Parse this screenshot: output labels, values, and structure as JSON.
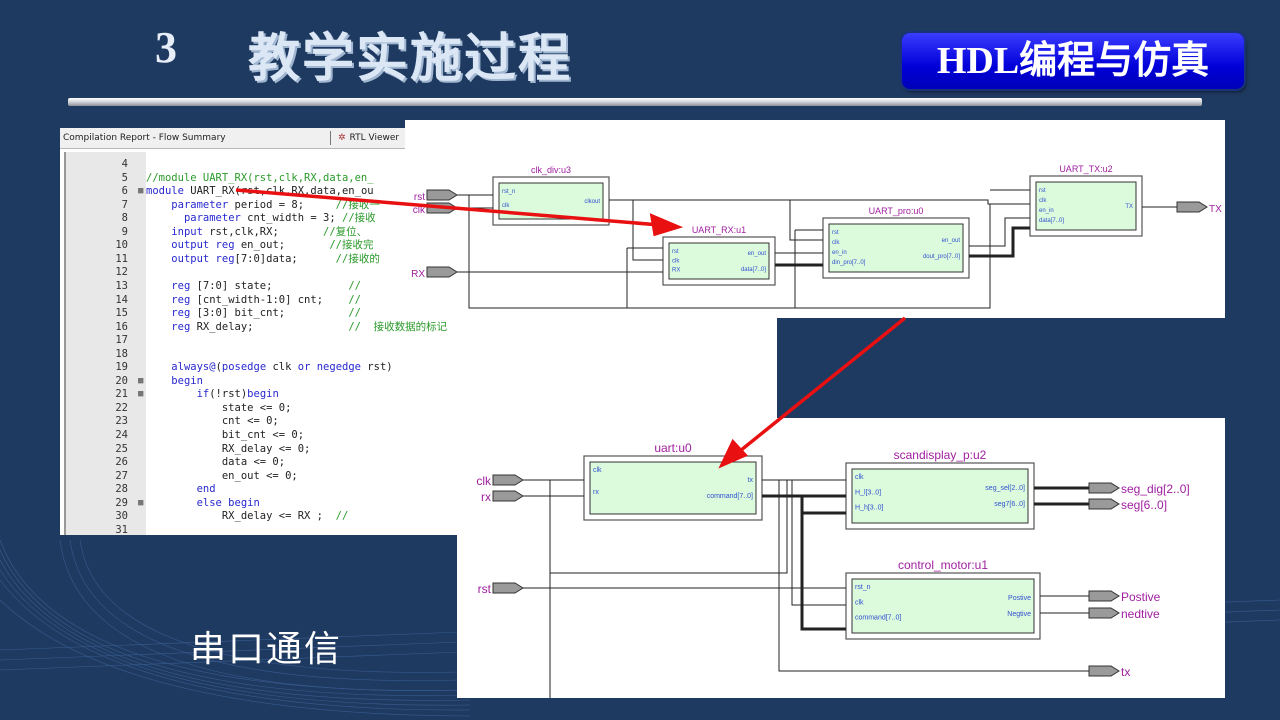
{
  "header": {
    "section_number": "3",
    "title": "教学实施过程",
    "badge": "HDL编程与仿真"
  },
  "subtitle": "串口通信",
  "code_editor": {
    "tabs": [
      "Compilation Report - Flow Summary",
      "RTL Viewer"
    ],
    "lines": [
      {
        "n": "4",
        "fold": "",
        "parts": []
      },
      {
        "n": "5",
        "fold": "",
        "parts": [
          {
            "c": "cm",
            "t": "//module UART_RX(rst,clk,RX,data,en_"
          }
        ]
      },
      {
        "n": "6",
        "fold": "■",
        "parts": [
          {
            "c": "kw",
            "t": "module"
          },
          {
            "c": "",
            "t": " UART_RX(rst,clk,RX,data,en_ou"
          }
        ]
      },
      {
        "n": "7",
        "fold": "",
        "parts": [
          {
            "c": "",
            "t": "    "
          },
          {
            "c": "kw",
            "t": "parameter"
          },
          {
            "c": "",
            "t": " period = 8;     "
          },
          {
            "c": "cm",
            "t": "//接收一"
          }
        ]
      },
      {
        "n": "8",
        "fold": "",
        "parts": [
          {
            "c": "",
            "t": "      "
          },
          {
            "c": "kw",
            "t": "parameter"
          },
          {
            "c": "",
            "t": " cnt_width = 3; "
          },
          {
            "c": "cm",
            "t": "//接收"
          }
        ]
      },
      {
        "n": "9",
        "fold": "",
        "parts": [
          {
            "c": "",
            "t": "    "
          },
          {
            "c": "kw",
            "t": "input"
          },
          {
            "c": "",
            "t": " rst,clk,RX;       "
          },
          {
            "c": "cm",
            "t": "//复位、"
          }
        ]
      },
      {
        "n": "10",
        "fold": "",
        "parts": [
          {
            "c": "",
            "t": "    "
          },
          {
            "c": "kw",
            "t": "output reg"
          },
          {
            "c": "",
            "t": " en_out;       "
          },
          {
            "c": "cm",
            "t": "//接收完"
          }
        ]
      },
      {
        "n": "11",
        "fold": "",
        "parts": [
          {
            "c": "",
            "t": "    "
          },
          {
            "c": "kw",
            "t": "output reg"
          },
          {
            "c": "",
            "t": "[7:0]data;      "
          },
          {
            "c": "cm",
            "t": "//接收的"
          }
        ]
      },
      {
        "n": "12",
        "fold": "",
        "parts": []
      },
      {
        "n": "13",
        "fold": "",
        "parts": [
          {
            "c": "",
            "t": "    "
          },
          {
            "c": "kw",
            "t": "reg"
          },
          {
            "c": "",
            "t": " [7:0] state;            "
          },
          {
            "c": "cm",
            "t": "//"
          }
        ]
      },
      {
        "n": "14",
        "fold": "",
        "parts": [
          {
            "c": "",
            "t": "    "
          },
          {
            "c": "kw",
            "t": "reg"
          },
          {
            "c": "",
            "t": " [cnt_width-1:0] cnt;    "
          },
          {
            "c": "cm",
            "t": "//"
          }
        ]
      },
      {
        "n": "15",
        "fold": "",
        "parts": [
          {
            "c": "",
            "t": "    "
          },
          {
            "c": "kw",
            "t": "reg"
          },
          {
            "c": "",
            "t": " [3:0] bit_cnt;          "
          },
          {
            "c": "cm",
            "t": "//"
          }
        ]
      },
      {
        "n": "16",
        "fold": "",
        "parts": [
          {
            "c": "",
            "t": "    "
          },
          {
            "c": "kw",
            "t": "reg"
          },
          {
            "c": "",
            "t": " RX_delay;               "
          },
          {
            "c": "cm",
            "t": "//  接收数据的标记"
          }
        ]
      },
      {
        "n": "17",
        "fold": "",
        "parts": []
      },
      {
        "n": "18",
        "fold": "",
        "parts": []
      },
      {
        "n": "19",
        "fold": "",
        "parts": [
          {
            "c": "",
            "t": "    "
          },
          {
            "c": "kw",
            "t": "always@"
          },
          {
            "c": "",
            "t": "("
          },
          {
            "c": "kw",
            "t": "posedge"
          },
          {
            "c": "",
            "t": " clk "
          },
          {
            "c": "kw",
            "t": "or negedge"
          },
          {
            "c": "",
            "t": " rst)"
          }
        ]
      },
      {
        "n": "20",
        "fold": "■",
        "parts": [
          {
            "c": "",
            "t": "    "
          },
          {
            "c": "kw",
            "t": "begin"
          }
        ]
      },
      {
        "n": "21",
        "fold": "■",
        "parts": [
          {
            "c": "",
            "t": "        "
          },
          {
            "c": "kw",
            "t": "if"
          },
          {
            "c": "",
            "t": "(!rst)"
          },
          {
            "c": "kw",
            "t": "begin"
          }
        ]
      },
      {
        "n": "22",
        "fold": "",
        "parts": [
          {
            "c": "",
            "t": "            state <= 0;"
          }
        ]
      },
      {
        "n": "23",
        "fold": "",
        "parts": [
          {
            "c": "",
            "t": "            cnt <= 0;"
          }
        ]
      },
      {
        "n": "24",
        "fold": "",
        "parts": [
          {
            "c": "",
            "t": "            bit_cnt <= 0;"
          }
        ]
      },
      {
        "n": "25",
        "fold": "",
        "parts": [
          {
            "c": "",
            "t": "            RX_delay <= 0;"
          }
        ]
      },
      {
        "n": "26",
        "fold": "",
        "parts": [
          {
            "c": "",
            "t": "            data <= 0;"
          }
        ]
      },
      {
        "n": "27",
        "fold": "",
        "parts": [
          {
            "c": "",
            "t": "            en_out <= 0;"
          }
        ]
      },
      {
        "n": "28",
        "fold": "",
        "parts": [
          {
            "c": "",
            "t": "        "
          },
          {
            "c": "kw",
            "t": "end"
          }
        ]
      },
      {
        "n": "29",
        "fold": "■",
        "parts": [
          {
            "c": "",
            "t": "        "
          },
          {
            "c": "kw",
            "t": "else begin"
          }
        ]
      },
      {
        "n": "30",
        "fold": "",
        "parts": [
          {
            "c": "",
            "t": "            RX_delay <= RX ;  "
          },
          {
            "c": "cm",
            "t": "//"
          }
        ]
      },
      {
        "n": "31",
        "fold": "",
        "parts": []
      }
    ]
  },
  "rtl_top": {
    "inputs": [
      "rst",
      "clk",
      "RX"
    ],
    "outputs": [
      "TX"
    ],
    "blocks": [
      {
        "name": "clk_div:u3",
        "in_ports": [
          "rst_n",
          "clk"
        ],
        "out_ports": [
          "clkout"
        ]
      },
      {
        "name": "UART_RX:u1",
        "in_ports": [
          "rst",
          "clk",
          "RX"
        ],
        "out_ports": [
          "en_out",
          "data[7..0]"
        ]
      },
      {
        "name": "UART_pro:u0",
        "in_ports": [
          "rst",
          "clk",
          "en_in",
          "din_pro[7..0]"
        ],
        "out_ports": [
          "en_out",
          "dout_pro[7..0]"
        ]
      },
      {
        "name": "UART_TX:u2",
        "in_ports": [
          "rst",
          "clk",
          "en_in",
          "data[7..0]"
        ],
        "out_ports": [
          "TX"
        ]
      }
    ]
  },
  "rtl_bottom": {
    "inputs": [
      "clk",
      "rx",
      "rst"
    ],
    "outputs": [
      "seg_dig[2..0]",
      "seg[6..0]",
      "Postive",
      "nedtive",
      "tx"
    ],
    "blocks": [
      {
        "name": "uart:u0",
        "in_ports": [
          "clk",
          "rx"
        ],
        "out_ports": [
          "tx",
          "command[7..0]"
        ]
      },
      {
        "name": "scandisplay_p:u2",
        "in_ports": [
          "clk",
          "H_l[3..0]",
          "H_h[3..0]"
        ],
        "out_ports": [
          "seg_sel[2..0]",
          "seg7[6..0]"
        ]
      },
      {
        "name": "control_motor:u1",
        "in_ports": [
          "rst_n",
          "clk",
          "command[7..0]"
        ],
        "out_ports": [
          "Postive",
          "Negtive"
        ]
      }
    ]
  },
  "colors": {
    "background": "#1f3a60",
    "badge": "#0000d8",
    "block_fill": "#dcfadc",
    "block_label": "#a020a0",
    "port_label": "#3050d0",
    "arrow": "#e81010",
    "pin_fill": "#9a9a9a"
  }
}
